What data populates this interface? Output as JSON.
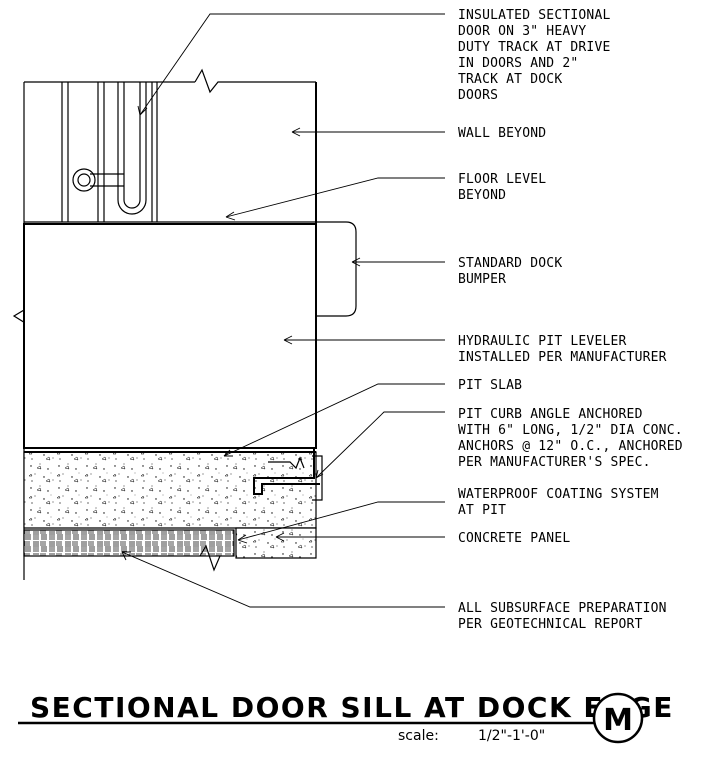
{
  "notes": [
    {
      "id": "door",
      "lines": [
        "INSULATED SECTIONAL",
        "DOOR ON 3\" HEAVY",
        "DUTY TRACK AT DRIVE",
        "IN DOORS AND 2\"",
        "TRACK AT DOCK",
        "DOORS"
      ]
    },
    {
      "id": "wall",
      "lines": [
        "WALL BEYOND"
      ]
    },
    {
      "id": "floor",
      "lines": [
        "FLOOR LEVEL",
        "BEYOND"
      ]
    },
    {
      "id": "bumper",
      "lines": [
        "STANDARD DOCK",
        "BUMPER"
      ]
    },
    {
      "id": "leveler",
      "lines": [
        "HYDRAULIC PIT LEVELER",
        "INSTALLED PER MANUFACTURER"
      ]
    },
    {
      "id": "slab",
      "lines": [
        "PIT SLAB"
      ]
    },
    {
      "id": "curb",
      "lines": [
        "PIT CURB ANGLE ANCHORED",
        "WITH 6\" LONG, 1/2\" DIA CONC.",
        "ANCHORS @ 12\" O.C., ANCHORED",
        "PER MANUFACTURER'S SPEC."
      ]
    },
    {
      "id": "waterproof",
      "lines": [
        "WATERPROOF COATING SYSTEM",
        "AT PIT"
      ]
    },
    {
      "id": "panel",
      "lines": [
        "CONCRETE PANEL"
      ]
    },
    {
      "id": "subsurface",
      "lines": [
        "ALL SUBSURFACE PREPARATION",
        "PER GEOTECHNICAL REPORT"
      ]
    }
  ],
  "title": "SECTIONAL DOOR SILL AT DOCK EDGE",
  "scale_label": "scale:",
  "scale_value": "1/2\"-1'-0\"",
  "mark_letter": "M"
}
